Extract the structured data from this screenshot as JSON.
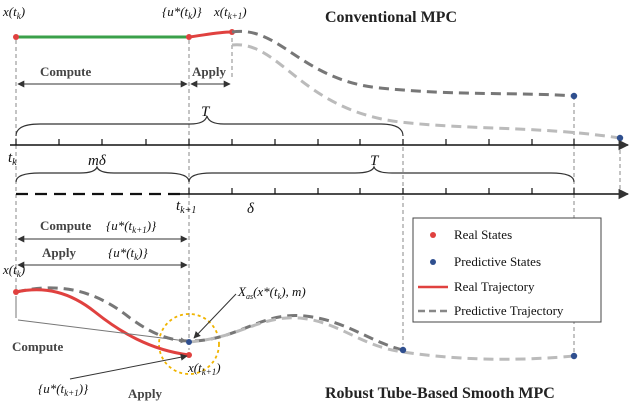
{
  "titles": {
    "top": "Conventional MPC",
    "bottom": "Robust Tube-Based Smooth MPC"
  },
  "top_labels": {
    "x_tk": "x(t",
    "x_tk_sub": "k",
    "u_tk": "{u*(t",
    "u_tk_sub": "k",
    "x_tk1": "x(t",
    "x_tk1_sub": "k+1",
    "compute": "Compute",
    "apply": "Apply",
    "T": "T"
  },
  "axis_labels": {
    "tk": "t",
    "tk_sub": "k",
    "m_delta": "mδ",
    "T": "T",
    "tk1": "t",
    "tk1_sub": "k+1",
    "delta": "δ"
  },
  "bottom_labels": {
    "compute": "Compute",
    "u_tk1": "{u*(t",
    "u_tk1_sub": "k+1",
    "apply": "Apply",
    "u_tk": "{u*(t",
    "u_tk_sub": "k",
    "x_tk": "x(t",
    "x_tk_sub": "k",
    "tube": "X",
    "tube_sub": "as",
    "tube_rest": "(x*(t",
    "tube_rest_sub": "k",
    "tube_tail": "), m)",
    "compute_left": "Compute",
    "u_left": "{u*(t",
    "u_left_sub": "k+1",
    "apply_bottom": "Apply",
    "x_tk1": "x(t",
    "x_tk1_sub": "k+1"
  },
  "legend": {
    "real_states": "Real States",
    "predictive_states": "Predictive States",
    "real_trajectory": "Real Trajectory",
    "predictive_trajectory": "Predictive Trajectory"
  },
  "colors": {
    "real": "#e0413f",
    "predictive_dot": "#2f4f8f",
    "compute_line": "#3aa04a",
    "pred_dark": "#777777",
    "pred_light": "#bbbbbb",
    "tube_circle": "#f0b400"
  }
}
